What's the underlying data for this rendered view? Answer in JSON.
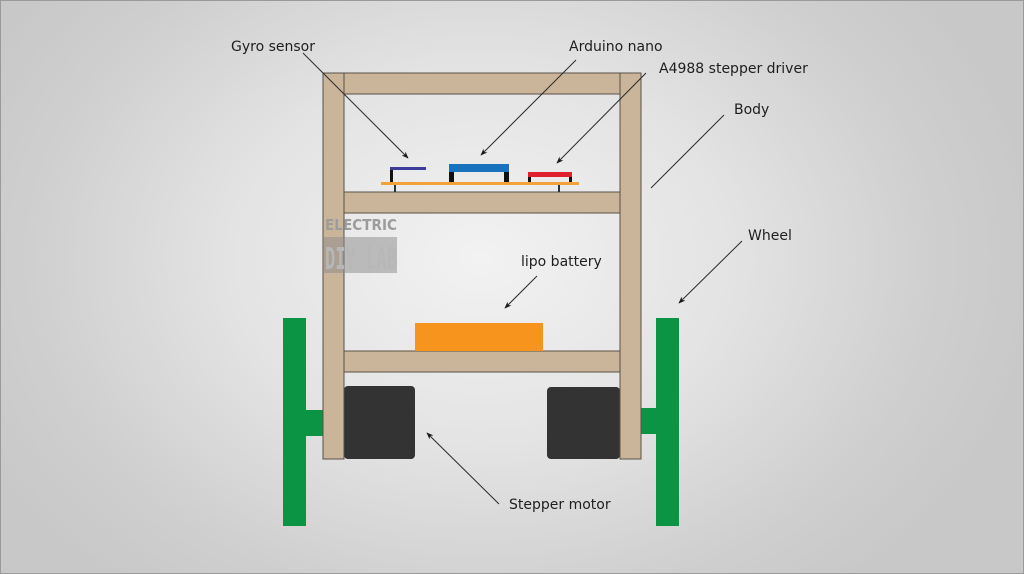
{
  "diagram": {
    "title": "Self-balancing robot structure",
    "labels": {
      "gyro": "Gyro sensor",
      "arduino": "Arduino nano",
      "driver": "A4988 stepper driver",
      "body": "Body",
      "wheel": "Wheel",
      "battery": "lipo battery",
      "motor": "Stepper motor"
    },
    "watermark": {
      "line1": "ELECTRIC",
      "line2": "DIY LAB"
    },
    "colors": {
      "wood": "#cbb59a",
      "wheel": "#0b9444",
      "motor": "#333333",
      "battery": "#f7941d",
      "pcb": "#f2a13b",
      "gyro": "#3c3c9c",
      "arduino": "#1a72bf",
      "driver": "#e0202e"
    }
  }
}
